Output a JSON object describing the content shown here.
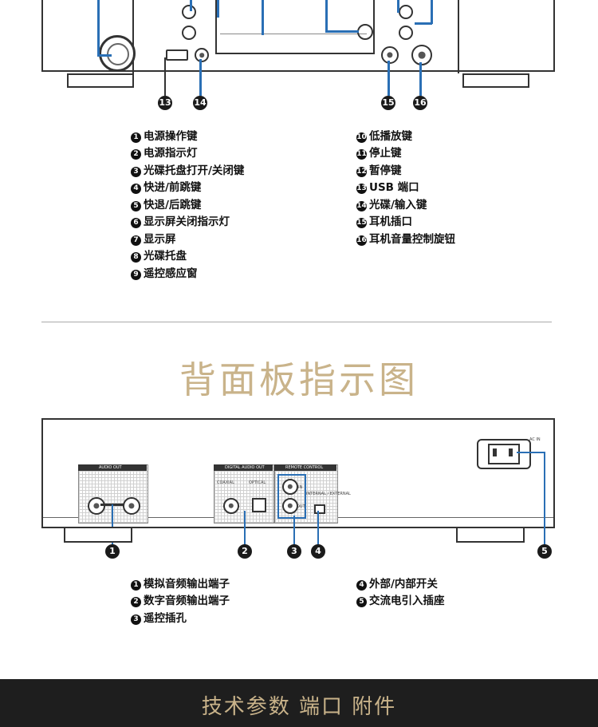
{
  "front": {
    "callouts": [
      "13",
      "14",
      "15",
      "16"
    ],
    "legend_left": [
      {
        "num": "1",
        "text": "电源操作键"
      },
      {
        "num": "2",
        "text": "电源指示灯"
      },
      {
        "num": "3",
        "text": "光碟托盘打开/关闭键"
      },
      {
        "num": "4",
        "text": "快进/前跳键"
      },
      {
        "num": "5",
        "text": "快退/后跳键"
      },
      {
        "num": "6",
        "text": "显示屏关闭指示灯"
      },
      {
        "num": "7",
        "text": "显示屏"
      },
      {
        "num": "8",
        "text": "光碟托盘"
      },
      {
        "num": "9",
        "text": "遥控感应窗"
      }
    ],
    "legend_right": [
      {
        "num": "10",
        "text": "低播放键"
      },
      {
        "num": "11",
        "text": "停止键"
      },
      {
        "num": "12",
        "text": "暂停键"
      },
      {
        "num": "13",
        "text": "USB 端口"
      },
      {
        "num": "14",
        "text": "光碟/输入键"
      },
      {
        "num": "15",
        "text": "耳机插口"
      },
      {
        "num": "16",
        "text": "耳机音量控制旋钮"
      }
    ]
  },
  "rear": {
    "title": "背面板指示图",
    "panel_labels": {
      "audio_out": "AUDIO OUT",
      "digital_audio_out": "DIGITAL AUDIO OUT",
      "coaxial": "COAXIAL",
      "optical": "OPTICAL",
      "remote_control": "REMOTE CONTROL",
      "in": "IN",
      "out": "OUT",
      "internal_external": "INTERNAL / EXTERNAL",
      "ac_in": "AC IN"
    },
    "callouts": [
      "1",
      "2",
      "3",
      "4",
      "5"
    ],
    "legend_left": [
      {
        "num": "1",
        "text": "模拟音频输出端子"
      },
      {
        "num": "2",
        "text": "数字音频输出端子"
      },
      {
        "num": "3",
        "text": "遥控插孔"
      }
    ],
    "legend_right": [
      {
        "num": "4",
        "text": "外部/内部开关"
      },
      {
        "num": "5",
        "text": "交流电引入插座"
      }
    ]
  },
  "footer": {
    "text": "技术参数 端口 附件"
  },
  "colors": {
    "callout_line": "#2a6fb5",
    "title": "#c9b38a",
    "footer_bg": "#1e1e1e"
  }
}
